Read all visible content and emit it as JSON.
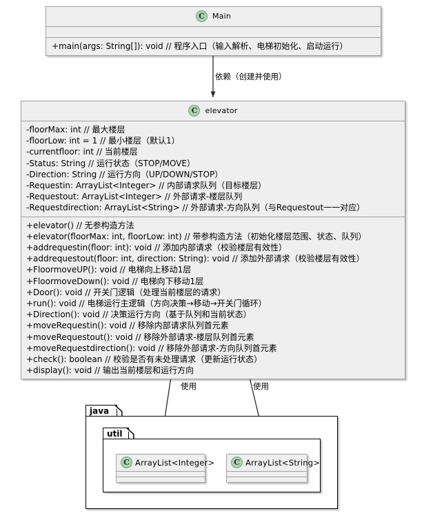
{
  "diagram": {
    "kind": "uml-class-diagram",
    "background_color": "#FFFFFF",
    "class_fill_color": "#EFEFEF",
    "class_border_color": "#A0A0A0",
    "stereotype_circle_fill": "#ADD1B2",
    "stereotype_circle_border": "#67AB76",
    "package_border_color": "#000000"
  },
  "classes": {
    "main": {
      "stereotype_letter": "C",
      "name": "Main",
      "attributes": [],
      "methods": [
        "+main(args: String[]): void  // 程序入口（输入解析、电梯初始化、启动运行）"
      ]
    },
    "elevator": {
      "stereotype_letter": "C",
      "name": "elevator",
      "attributes": [
        "-floorMax: int  // 最大楼层",
        "-floorLow: int = 1  // 最小楼层（默认1）",
        "-currentfloor: int  // 当前楼层",
        "-Status: String  // 运行状态（STOP/MOVE）",
        "-Direction: String // 运行方向（UP/DOWN/STOP）",
        "-Requestin: ArrayList<Integer>  // 内部请求队列（目标楼层）",
        "-Requestout: ArrayList<Integer>  // 外部请求-楼层队列",
        "-Requestdirection: ArrayList<String>  // 外部请求-方向队列（与Requestout一一对应）"
      ],
      "methods": [
        "+elevator()  // 无参构造方法",
        "+elevator(floorMax: int, floorLow: int) // 带参构造方法（初始化楼层范围、状态、队列）",
        "+addrequestin(floor: int): void  // 添加内部请求（校验楼层有效性）",
        "+addrequestout(floor: int, direction: String): void  // 添加外部请求（校验楼层有效性）",
        "+FloormoveUP(): void  // 电梯向上移动1层",
        "+FloormoveDown(): void  // 电梯向下移动1层",
        "+Door(): void  // 开关门逻辑（处理当前楼层的请求）",
        "+run(): void  // 电梯运行主逻辑（方向决策→移动→开关门循环）",
        "+Direction(): void  // 决策运行方向（基于队列和当前状态）",
        "+moveRequestin(): void  // 移除内部请求队列首元素",
        "+moveRequestout(): void  // 移除外部请求-楼层队列首元素",
        "+moveRequestdirection(): void  // 移除外部请求-方向队列首元素",
        "+check(): boolean  // 校验是否有未处理请求（更新运行状态）",
        "+display(): void  // 输出当前楼层和运行方向"
      ]
    },
    "arraylist_integer": {
      "stereotype_letter": "C",
      "name": "ArrayList<Integer>",
      "attributes": [],
      "methods": []
    },
    "arraylist_string": {
      "stereotype_letter": "C",
      "name": "ArrayList<String>",
      "attributes": [],
      "methods": []
    }
  },
  "packages": {
    "java": {
      "label": "java"
    },
    "util": {
      "label": "util"
    }
  },
  "edges": [
    {
      "from": "Main",
      "to": "elevator",
      "label": "依赖（创建并使用）",
      "style": "dependency-arrow"
    },
    {
      "from": "elevator",
      "to": "ArrayList<Integer>",
      "label": "使用",
      "style": "dependency-arrow"
    },
    {
      "from": "elevator",
      "to": "ArrayList<String>",
      "label": "使用",
      "style": "dependency-arrow"
    }
  ],
  "edge_labels": {
    "dependency": "依赖（创建并使用）",
    "use_left": "使用",
    "use_right": "使用"
  }
}
